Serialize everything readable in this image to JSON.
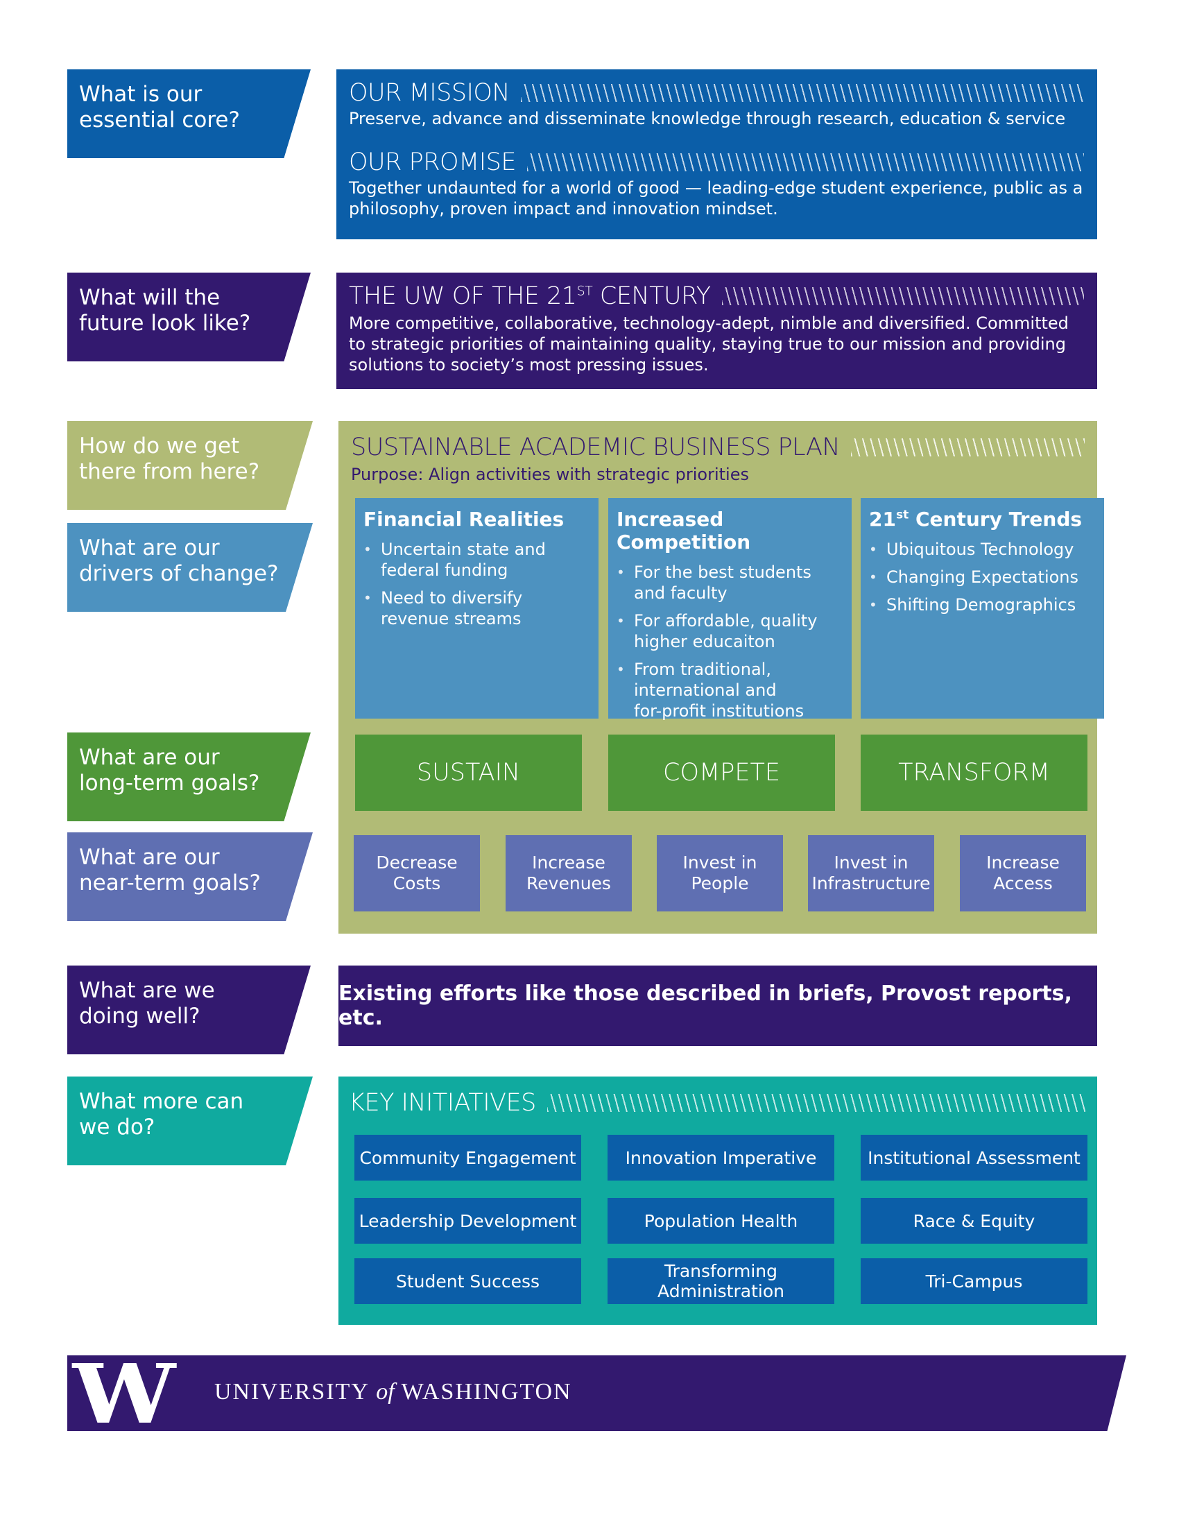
{
  "questions": {
    "core": [
      "What is our",
      "essential core?"
    ],
    "future": [
      "What will the",
      "future look like?"
    ],
    "get_there": [
      "How do we get",
      "there from here?"
    ],
    "drivers": [
      "What are our",
      "drivers of change?"
    ],
    "long_term": [
      "What are our",
      "long-term goals?"
    ],
    "near_term": [
      "What are our",
      "near-term goals?"
    ],
    "doing_well": [
      "What are we",
      "doing well?"
    ],
    "more": [
      "What more can",
      "we do?"
    ]
  },
  "mission": {
    "title": "OUR MISSION",
    "text": "Preserve, advance and disseminate knowledge through research, education & service"
  },
  "promise": {
    "title": "OUR PROMISE",
    "text_lines": [
      "Together undaunted for a world of good — leading-edge student experience, public as a",
      "philosophy, proven impact and innovation mindset."
    ]
  },
  "future": {
    "title": "THE UW OF THE 21",
    "title_sup": "ST",
    "title_after": " CENTURY",
    "text_lines": [
      "More competitive, collaborative, technology-adept, nimble and diversified. Committed",
      "to strategic priorities of maintaining quality, staying true to our mission and providing",
      "solutions to society’s most pressing issues."
    ]
  },
  "plan": {
    "title": "SUSTAINABLE ACADEMIC BUSINESS PLAN",
    "purpose": "Purpose: Align activities with strategic priorities"
  },
  "drivers": [
    {
      "title": "Financial Realities",
      "items": [
        [
          "Uncertain state and",
          "federal funding"
        ],
        [
          "Need to diversify",
          "revenue streams"
        ]
      ]
    },
    {
      "title": "Increased Competition",
      "items": [
        [
          "For the best students",
          "and faculty"
        ],
        [
          "For affordable, quality",
          "higher educaiton"
        ],
        [
          "From traditional,",
          "international and",
          "for-profit institutions"
        ]
      ]
    },
    {
      "title_pre": "21",
      "title_sup": "st",
      "title_post": " Century Trends",
      "items": [
        [
          "Ubiquitous Technology"
        ],
        [
          "Changing Expectations"
        ],
        [
          "Shifting Demographics"
        ]
      ]
    }
  ],
  "long_term_goals": [
    "SUSTAIN",
    "COMPETE",
    "TRANSFORM"
  ],
  "near_term_goals": [
    [
      "Decrease",
      "Costs"
    ],
    [
      "Increase",
      "Revenues"
    ],
    [
      "Invest in",
      "People"
    ],
    [
      "Invest in",
      "Infrastructure"
    ],
    [
      "Increase",
      "Access"
    ]
  ],
  "doing_well": "Existing efforts like those described in briefs, Provost reports, etc.",
  "initiatives": {
    "title": "KEY INITIATIVES",
    "items": [
      [
        "Community Engagement"
      ],
      [
        "Innovation Imperative"
      ],
      [
        "Institutional Assessment"
      ],
      [
        "Leadership Development"
      ],
      [
        "Population Health"
      ],
      [
        "Race & Equity"
      ],
      [
        "Student Success"
      ],
      [
        "Transforming",
        "Administration"
      ],
      [
        "Tri-Campus"
      ]
    ]
  },
  "footer": {
    "logo_letter": "W",
    "name_part1": "UNIVERSITY",
    "name_of": "of",
    "name_part2": "WASHINGTON"
  },
  "colors": {
    "blue": "#0b5ea8",
    "purple": "#33196f",
    "olive": "#b1bb76",
    "steel_blue": "#4d92c0",
    "green": "#4f9739",
    "periwinkle": "#5f6fb2",
    "teal": "#10aa9f"
  }
}
